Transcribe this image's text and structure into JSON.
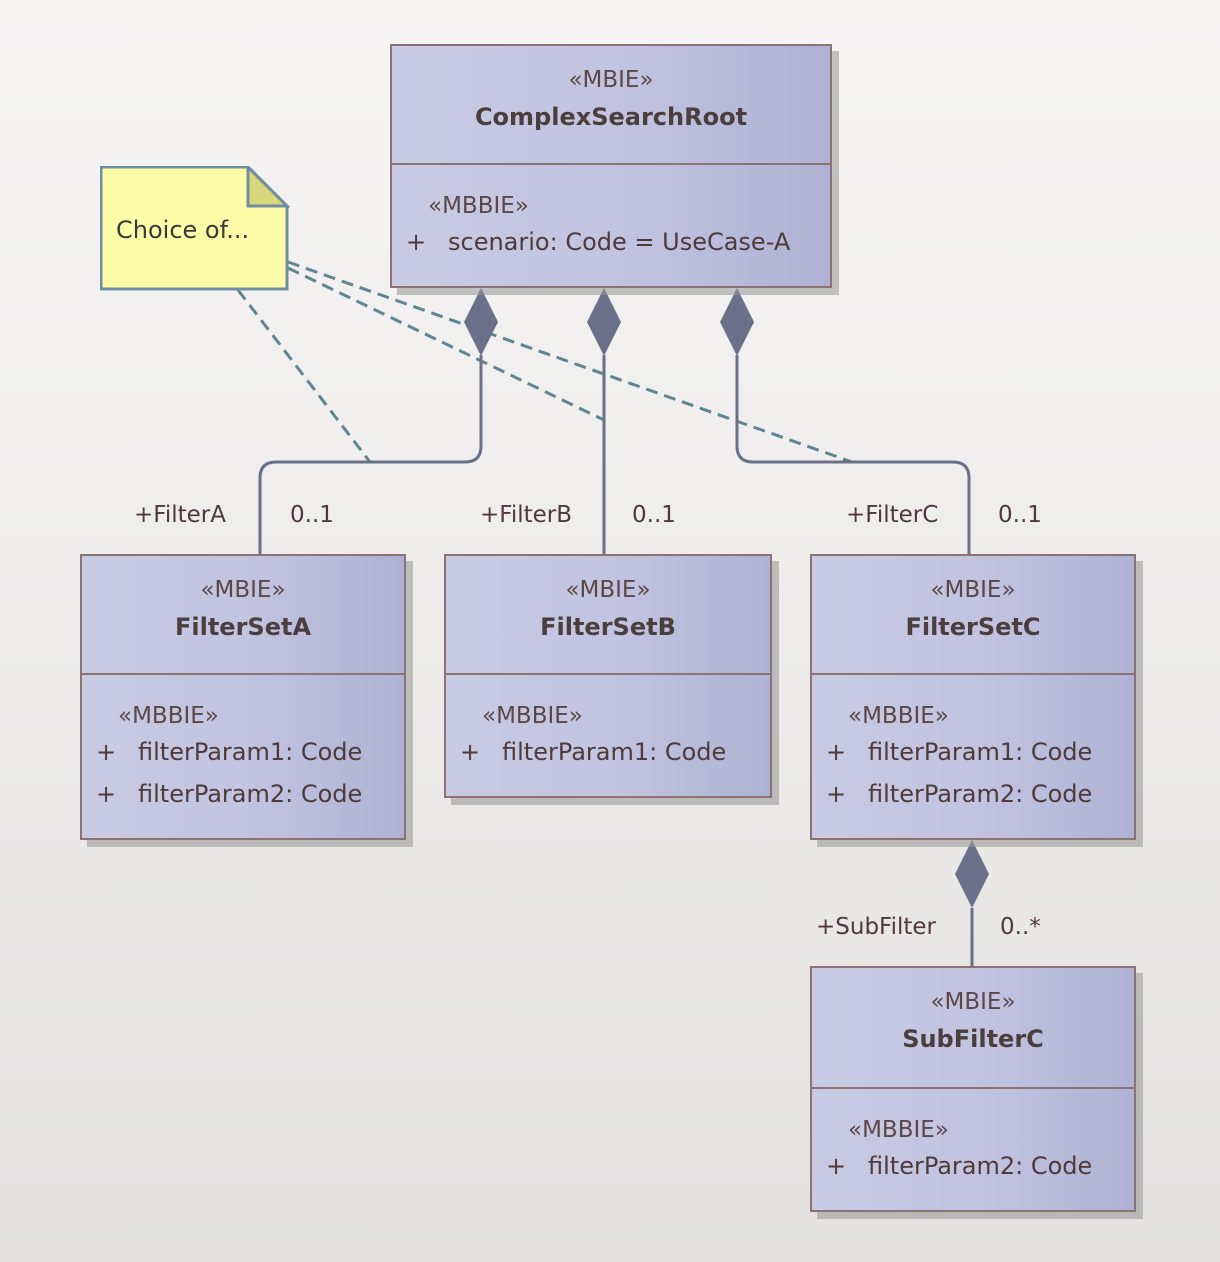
{
  "note": {
    "text": "Choice of..."
  },
  "classes": {
    "root": {
      "stereotype": "«MBIE»",
      "name": "ComplexSearchRoot",
      "attr_stereotype": "«MBBIE»",
      "attributes": [
        {
          "visibility": "+",
          "text": "scenario: Code = UseCase-A"
        }
      ]
    },
    "filterA": {
      "stereotype": "«MBIE»",
      "name": "FilterSetA",
      "attr_stereotype": "«MBBIE»",
      "attributes": [
        {
          "visibility": "+",
          "text": "filterParam1: Code"
        },
        {
          "visibility": "+",
          "text": "filterParam2: Code"
        }
      ]
    },
    "filterB": {
      "stereotype": "«MBIE»",
      "name": "FilterSetB",
      "attr_stereotype": "«MBBIE»",
      "attributes": [
        {
          "visibility": "+",
          "text": "filterParam1: Code"
        }
      ]
    },
    "filterC": {
      "stereotype": "«MBIE»",
      "name": "FilterSetC",
      "attr_stereotype": "«MBBIE»",
      "attributes": [
        {
          "visibility": "+",
          "text": "filterParam1: Code"
        },
        {
          "visibility": "+",
          "text": "filterParam2: Code"
        }
      ]
    },
    "subFilterC": {
      "stereotype": "«MBIE»",
      "name": "SubFilterC",
      "attr_stereotype": "«MBBIE»",
      "attributes": [
        {
          "visibility": "+",
          "text": "filterParam2: Code"
        }
      ]
    }
  },
  "associations": {
    "a": {
      "role": "+FilterA",
      "multiplicity": "0..1"
    },
    "b": {
      "role": "+FilterB",
      "multiplicity": "0..1"
    },
    "c": {
      "role": "+FilterC",
      "multiplicity": "0..1"
    },
    "sub": {
      "role": "+SubFilter",
      "multiplicity": "0..*"
    }
  },
  "colors": {
    "class_border": "#8b7373",
    "connector": "#6b7089",
    "note_fill": "#fefca8",
    "note_border": "#6f8fa0",
    "dashed_link": "#5f8590"
  }
}
